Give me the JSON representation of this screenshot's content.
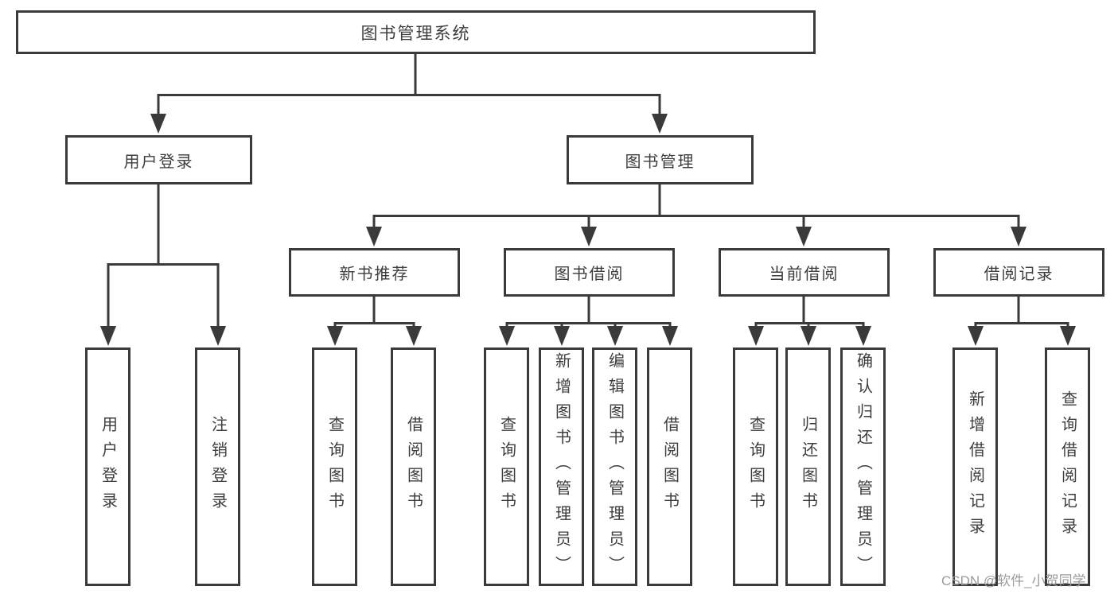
{
  "theme": {
    "bg": "#ffffff",
    "line": "#3a3a3a",
    "box-border": "#3a3a3a",
    "box-bg": "#ffffff",
    "text": "#3d3d3d",
    "watermark": "#9b9b9b"
  },
  "tree": {
    "root": {
      "label": "图书管理系统"
    },
    "branches": [
      {
        "label": "用户登录",
        "children": [
          {
            "label": "用户登录"
          },
          {
            "label": "注销登录"
          }
        ]
      },
      {
        "label": "图书管理",
        "children": [
          {
            "label": "新书推荐",
            "children": [
              {
                "label": "查询图书"
              },
              {
                "label": "借阅图书"
              }
            ]
          },
          {
            "label": "图书借阅",
            "children": [
              {
                "label": "查询图书"
              },
              {
                "label": "新增图书（管理员）"
              },
              {
                "label": "编辑图书（管理员）"
              },
              {
                "label": "借阅图书"
              }
            ]
          },
          {
            "label": "当前借阅",
            "children": [
              {
                "label": "查询图书"
              },
              {
                "label": "归还图书"
              },
              {
                "label": "确认归还（管理员）"
              }
            ]
          },
          {
            "label": "借阅记录",
            "children": [
              {
                "label": "新增借阅记录"
              },
              {
                "label": "查询借阅记录"
              }
            ]
          }
        ]
      }
    ]
  },
  "watermark": {
    "text": "CSDN @软件_小贺同学"
  }
}
